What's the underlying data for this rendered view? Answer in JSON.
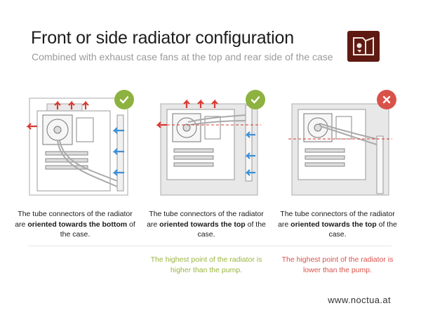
{
  "header": {
    "title": "Front or side radiator configuration",
    "subtitle": "Combined with exhaust case fans at the top and rear side of the case"
  },
  "logo": {
    "icon": "noctua-owl-logo",
    "color": "#5e1a12"
  },
  "panels": [
    {
      "status": "ok",
      "status_icon": "checkmark-icon",
      "desc_prefix": "The tube connectors of the radiator are ",
      "desc_bold1": "oriented towards",
      "desc_mid": " ",
      "desc_bold2": "the bottom",
      "desc_suffix": " of the case.",
      "note": ""
    },
    {
      "status": "ok",
      "status_icon": "checkmark-icon",
      "desc_prefix": "The tube connectors of the radiator are ",
      "desc_bold1": "oriented towards",
      "desc_mid": " ",
      "desc_bold2": "the top",
      "desc_suffix": " of the case.",
      "note": "The highest point of the radiator is higher than the pump."
    },
    {
      "status": "bad",
      "status_icon": "cross-icon",
      "desc_prefix": "The tube connectors of the radiator are ",
      "desc_bold1": "oriented towards",
      "desc_mid": " ",
      "desc_bold2": "the top",
      "desc_suffix": " of the case.",
      "note": "The highest point of the radiator is lower than the pump."
    }
  ],
  "colors": {
    "ok": "#8db23f",
    "bad": "#d9524a",
    "airflow_in": "#3a8fd6",
    "airflow_out": "#d83a32"
  },
  "footer": {
    "url": "www.noctua.at"
  }
}
